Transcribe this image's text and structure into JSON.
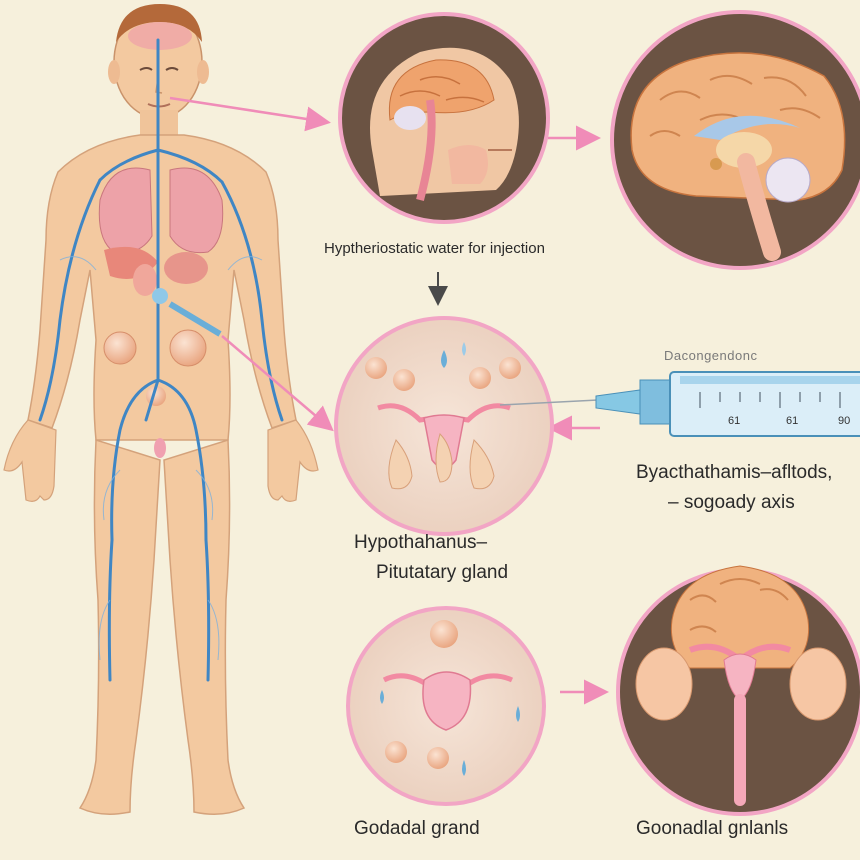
{
  "colors": {
    "background": "#f6f0dc",
    "skin": "#f3c9a0",
    "vein": "#3f86c4",
    "arrow": "#f08cb8",
    "circle_border": "#f2a5c5",
    "circle_fill_dark": "#6b5343",
    "circle_fill_light": "#f1dccc",
    "organ_pink": "#f2a0b4",
    "brain": "#f0b27f"
  },
  "labels": {
    "water_injection": "Hyptheriostatic water for injection",
    "decongestant": "Dacongendonc",
    "axis_line1": "Byacthathamis–afltods,",
    "axis_line2": "– sogoady axis",
    "hypothalamus_line1": "Hypothahanus–",
    "hypothalamus_line2": "Pitutatary gland",
    "gonadal_grand": "Godadal grand",
    "gonadal_glands": "Goonadlal gnlanls"
  },
  "syringe": {
    "ticks": [
      "61",
      "61",
      "90"
    ]
  },
  "icons": [
    "human-body",
    "head-section",
    "brain-section",
    "gland-cells",
    "syringe",
    "uterus",
    "gonadal-glands"
  ]
}
